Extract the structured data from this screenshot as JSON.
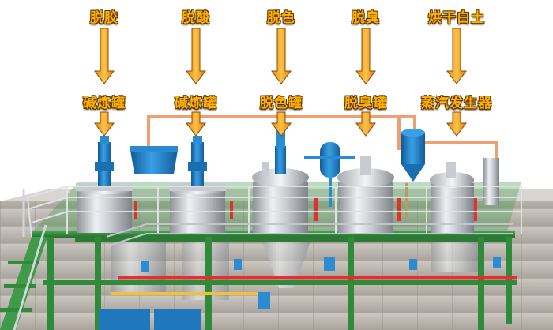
{
  "stages": [
    {
      "process": "脱胶",
      "equipment": "碱炼罐"
    },
    {
      "process": "脱酸",
      "equipment": "碱炼罐"
    },
    {
      "process": "脱色",
      "equipment": "脱色罐"
    },
    {
      "process": "脱臭",
      "equipment": "脱臭罐"
    },
    {
      "process": "烘干白土",
      "equipment": "蒸汽发生器"
    }
  ],
  "colors": {
    "label_text": "#ffb000",
    "label_outline": "#5a3400",
    "arrow_fill": "#f7a21b",
    "platform_green": "#2f8a3a",
    "tank_steel": "#c9cdd2",
    "motor_blue": "#1e7fc9",
    "pipe_orange": "#f0a070",
    "pipe_red": "#e03030",
    "floor_tile": "#b9b4ad"
  }
}
